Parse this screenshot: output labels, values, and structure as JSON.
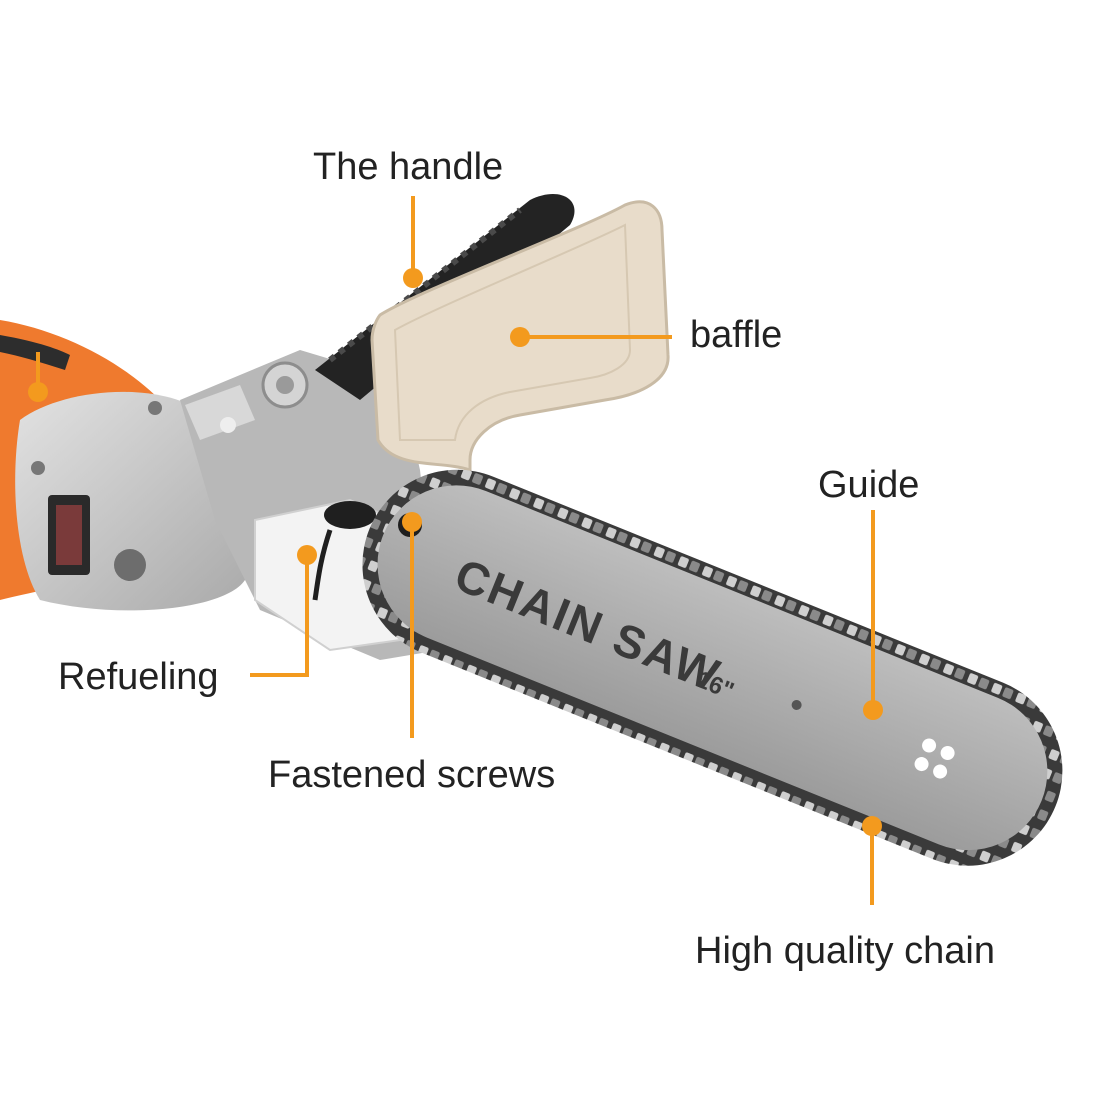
{
  "colors": {
    "accent": "#f39a1e",
    "text": "#222222",
    "bar": "#aeaeae",
    "chain": "#3a3a3a",
    "baffle": "#e8dcca",
    "grinder_orange": "#ef7a2e",
    "grinder_gray": "#c9c9c9"
  },
  "bar_print": {
    "brand": "CHAIN SAW",
    "size": "16\""
  },
  "callouts": {
    "handle": "The handle",
    "baffle": "baffle",
    "guide": "Guide",
    "refueling": "Refueling",
    "screws": "Fastened screws",
    "chain": "High quality chain"
  }
}
